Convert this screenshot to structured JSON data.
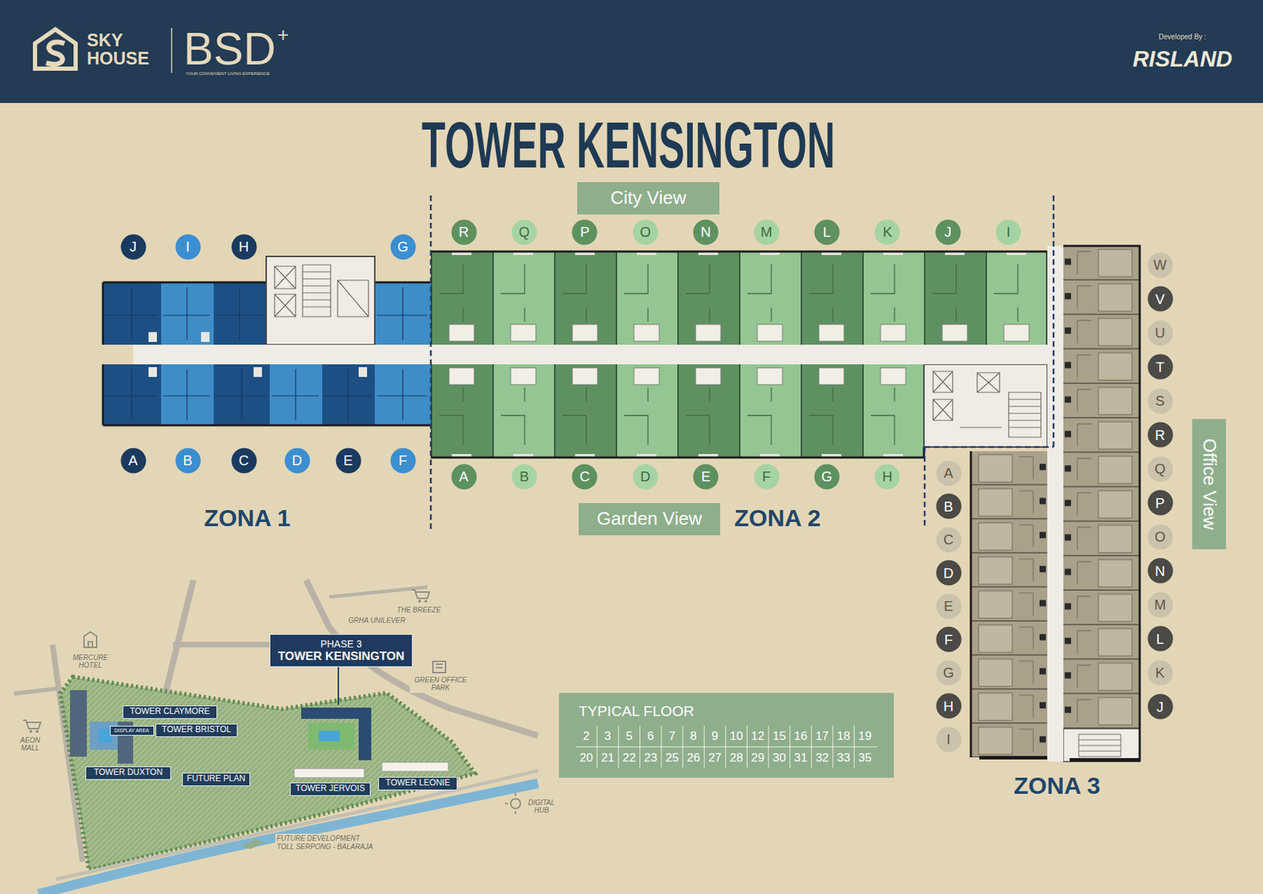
{
  "diagram": {
    "title": "TOWER KENSINGTON",
    "nodes": [
      {
        "text": [
          "City View"
        ]
      },
      {
        "text": [
          "J"
        ]
      },
      {
        "text": [
          "I"
        ]
      },
      {
        "text": [
          "H"
        ]
      },
      {
        "text": [
          "G"
        ]
      },
      {
        "text": [
          "R"
        ]
      },
      {
        "text": [
          "Q"
        ]
      },
      {
        "text": [
          "P"
        ]
      },
      {
        "text": [
          "O"
        ]
      },
      {
        "text": [
          "N"
        ]
      },
      {
        "text": [
          "M"
        ]
      },
      {
        "text": [
          "L"
        ]
      },
      {
        "text": [
          "K"
        ]
      },
      {
        "text": [
          "J"
        ]
      },
      {
        "text": [
          "I"
        ]
      },
      {
        "text": [
          "W"
        ]
      },
      {
        "text": [
          "V"
        ]
      },
      {
        "text": [
          "U"
        ]
      },
      {
        "text": [
          "T"
        ]
      },
      {
        "text": [
          "S"
        ]
      },
      {
        "text": [
          "R"
        ]
      },
      {
        "text": [
          "Q"
        ]
      },
      {
        "text": [
          "P"
        ]
      },
      {
        "text": [
          "O"
        ]
      },
      {
        "text": [
          "N"
        ]
      },
      {
        "text": [
          "M"
        ]
      },
      {
        "text": [
          "L"
        ]
      },
      {
        "text": [
          "K"
        ]
      },
      {
        "text": [
          "J"
        ]
      },
      {
        "text": [
          "Office View"
        ]
      },
      {
        "text": [
          "A"
        ]
      },
      {
        "text": [
          "B"
        ]
      },
      {
        "text": [
          "C"
        ]
      },
      {
        "text": [
          "D"
        ]
      },
      {
        "text": [
          "E"
        ]
      },
      {
        "text": [
          "F"
        ]
      },
      {
        "text": [
          "A"
        ]
      },
      {
        "text": [
          "B"
        ]
      },
      {
        "text": [
          "C"
        ]
      },
      {
        "text": [
          "D"
        ]
      },
      {
        "text": [
          "E"
        ]
      },
      {
        "text": [
          "F"
        ]
      },
      {
        "text": [
          "G"
        ]
      },
      {
        "text": [
          "H"
        ]
      },
      {
        "text": [
          "Garden View"
        ]
      },
      {
        "text": [
          "A"
        ]
      },
      {
        "text": [
          "B"
        ]
      },
      {
        "text": [
          "C"
        ]
      },
      {
        "text": [
          "D"
        ]
      },
      {
        "text": [
          "E"
        ]
      },
      {
        "text": [
          "F"
        ]
      },
      {
        "text": [
          "G"
        ]
      },
      {
        "text": [
          "H"
        ]
      },
      {
        "text": [
          "I"
        ]
      },
      {
        "text": [
          "PHASE 3",
          "TOWER KENSINGTON"
        ]
      },
      {
        "text": [
          "TOWER CLAYMORE"
        ]
      },
      {
        "text": [
          "TOWER BRISTOL"
        ]
      },
      {
        "text": [
          "DISPLAY AREA"
        ]
      },
      {
        "text": [
          "TOWER DUXTON"
        ]
      },
      {
        "text": [
          "FUTURE PLAN"
        ]
      },
      {
        "text": [
          "TOWER JERVOIS"
        ]
      },
      {
        "text": [
          "TOWER LEONIE"
        ]
      },
      {
        "text": [
          "TYPICAL FLOOR"
        ]
      }
    ],
    "labels": [
      "SKY HOUSE",
      "BSD",
      "+",
      "YOUR CONVENIENT LIVING EXPERIENCE",
      "Developed By :",
      "RISLAND",
      "ZONA 1",
      "ZONA 2",
      "ZONA 3",
      "THE BREEZE",
      "GRHA UNILEVER",
      "MERCURE HOTEL",
      "GREEN OFFICE PARK",
      "AEON MALL",
      "DIGITAL HUB",
      "FUTURE DEVELOPMENT TOLL SERPONG - BALARAJA",
      "2",
      "3",
      "5",
      "6",
      "7",
      "8",
      "9",
      "10",
      "12",
      "15",
      "16",
      "17",
      "18",
      "19",
      "20",
      "21",
      "22",
      "23",
      "25",
      "26",
      "27",
      "28",
      "29",
      "30",
      "31",
      "32",
      "33",
      "35"
    ]
  }
}
